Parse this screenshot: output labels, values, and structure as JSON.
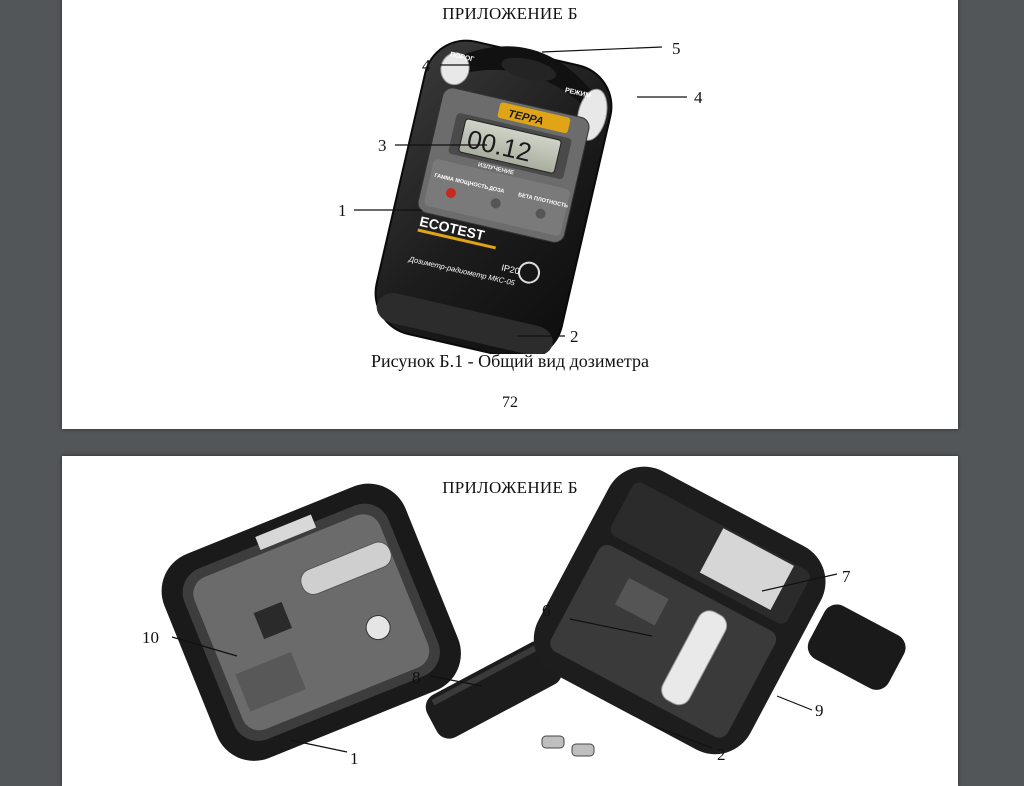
{
  "page1": {
    "heading": "ПРИЛОЖЕНИЕ Б",
    "caption": "Рисунок Б.1 - Общий вид дозиметра",
    "page_number": "72",
    "device": {
      "brand_plate": "ТЕРРА",
      "display_value": "00.12",
      "button_left_label": "ПОРОГ",
      "button_right_label": "РЕЖИМ",
      "section_label": "ИЗЛУЧЕНИЕ",
      "mode_gamma": "ГАММА МОЩНОСТЬ",
      "mode_dose": "ДОЗА",
      "mode_beta": "БЕТА ПЛОТНОСТЬ",
      "logo": "ECOTEST",
      "ip_rating": "IP20",
      "model_text": "Дозиметр-радиометр МКС-05"
    },
    "callouts": {
      "c4_left": "4",
      "c5": "5",
      "c4_right": "4",
      "c3": "3",
      "c1": "1",
      "c2": "2"
    }
  },
  "page2": {
    "heading": "ПРИЛОЖЕНИЕ Б",
    "callouts": {
      "c10": "10",
      "c6": "6",
      "c7": "7",
      "c8": "8",
      "c9": "9",
      "c1": "1",
      "c2": "2"
    }
  },
  "colors": {
    "viewer_bg": "#525659",
    "page_bg": "#ffffff",
    "device_body": "#1c1c1c",
    "lcd": "#b9c0b2",
    "brand_plate": "#e0a417"
  }
}
